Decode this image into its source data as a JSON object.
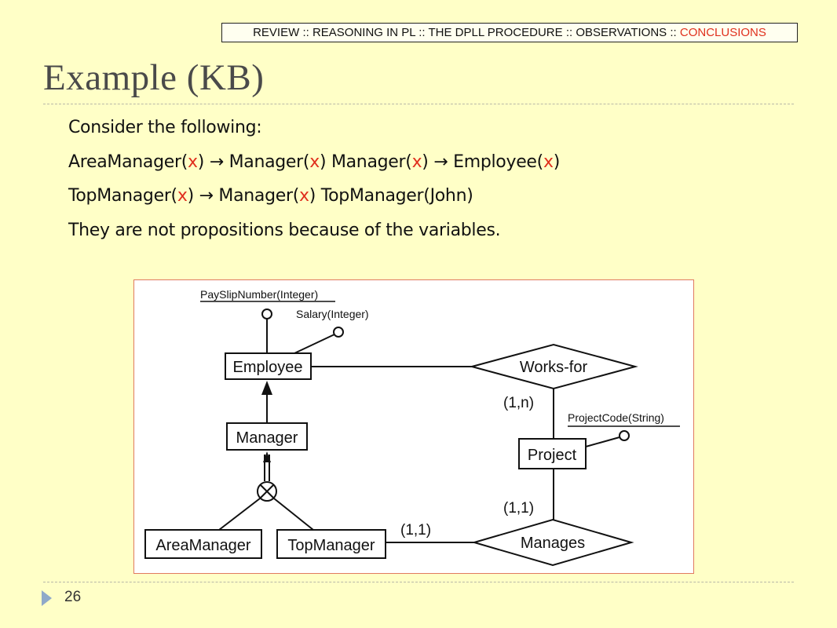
{
  "breadcrumb": {
    "items": [
      "REVIEW",
      "REASONING IN PL",
      "THE DPLL PROCEDURE",
      "OBSERVATIONS"
    ],
    "separator": " :: ",
    "active": "CONCLUSIONS",
    "active_color": "#e0301e"
  },
  "title": "Example (KB)",
  "lines": {
    "intro": "Consider the following:",
    "rule1": {
      "a": "AreaManager(",
      "x1": "x",
      "b": ") → Manager(",
      "x2": "x",
      "c": ")",
      "d": "Manager(",
      "x3": "x",
      "e": ") → Employee(",
      "x4": "x",
      "f": ")"
    },
    "rule2": {
      "a": "TopManager(",
      "x1": "x",
      "b": ") → Manager(",
      "x2": "x",
      "c": ")",
      "d": "TopManager(John)"
    },
    "conclusion": "They are not propositions because of the variables."
  },
  "diagram": {
    "entities": {
      "employee": "Employee",
      "manager": "Manager",
      "area_manager": "AreaManager",
      "top_manager": "TopManager",
      "project": "Project"
    },
    "relationships": {
      "works_for": "Works-for",
      "manages": "Manages"
    },
    "attributes": {
      "payslip": "PaySlipNumber(Integer)",
      "salary": "Salary(Integer)",
      "project_code": "ProjectCode(String)"
    },
    "cardinalities": {
      "works_for_project": "(1,n)",
      "project_manages": "(1,1)",
      "topmanager_manages": "(1,1)"
    }
  },
  "page_number": "26"
}
